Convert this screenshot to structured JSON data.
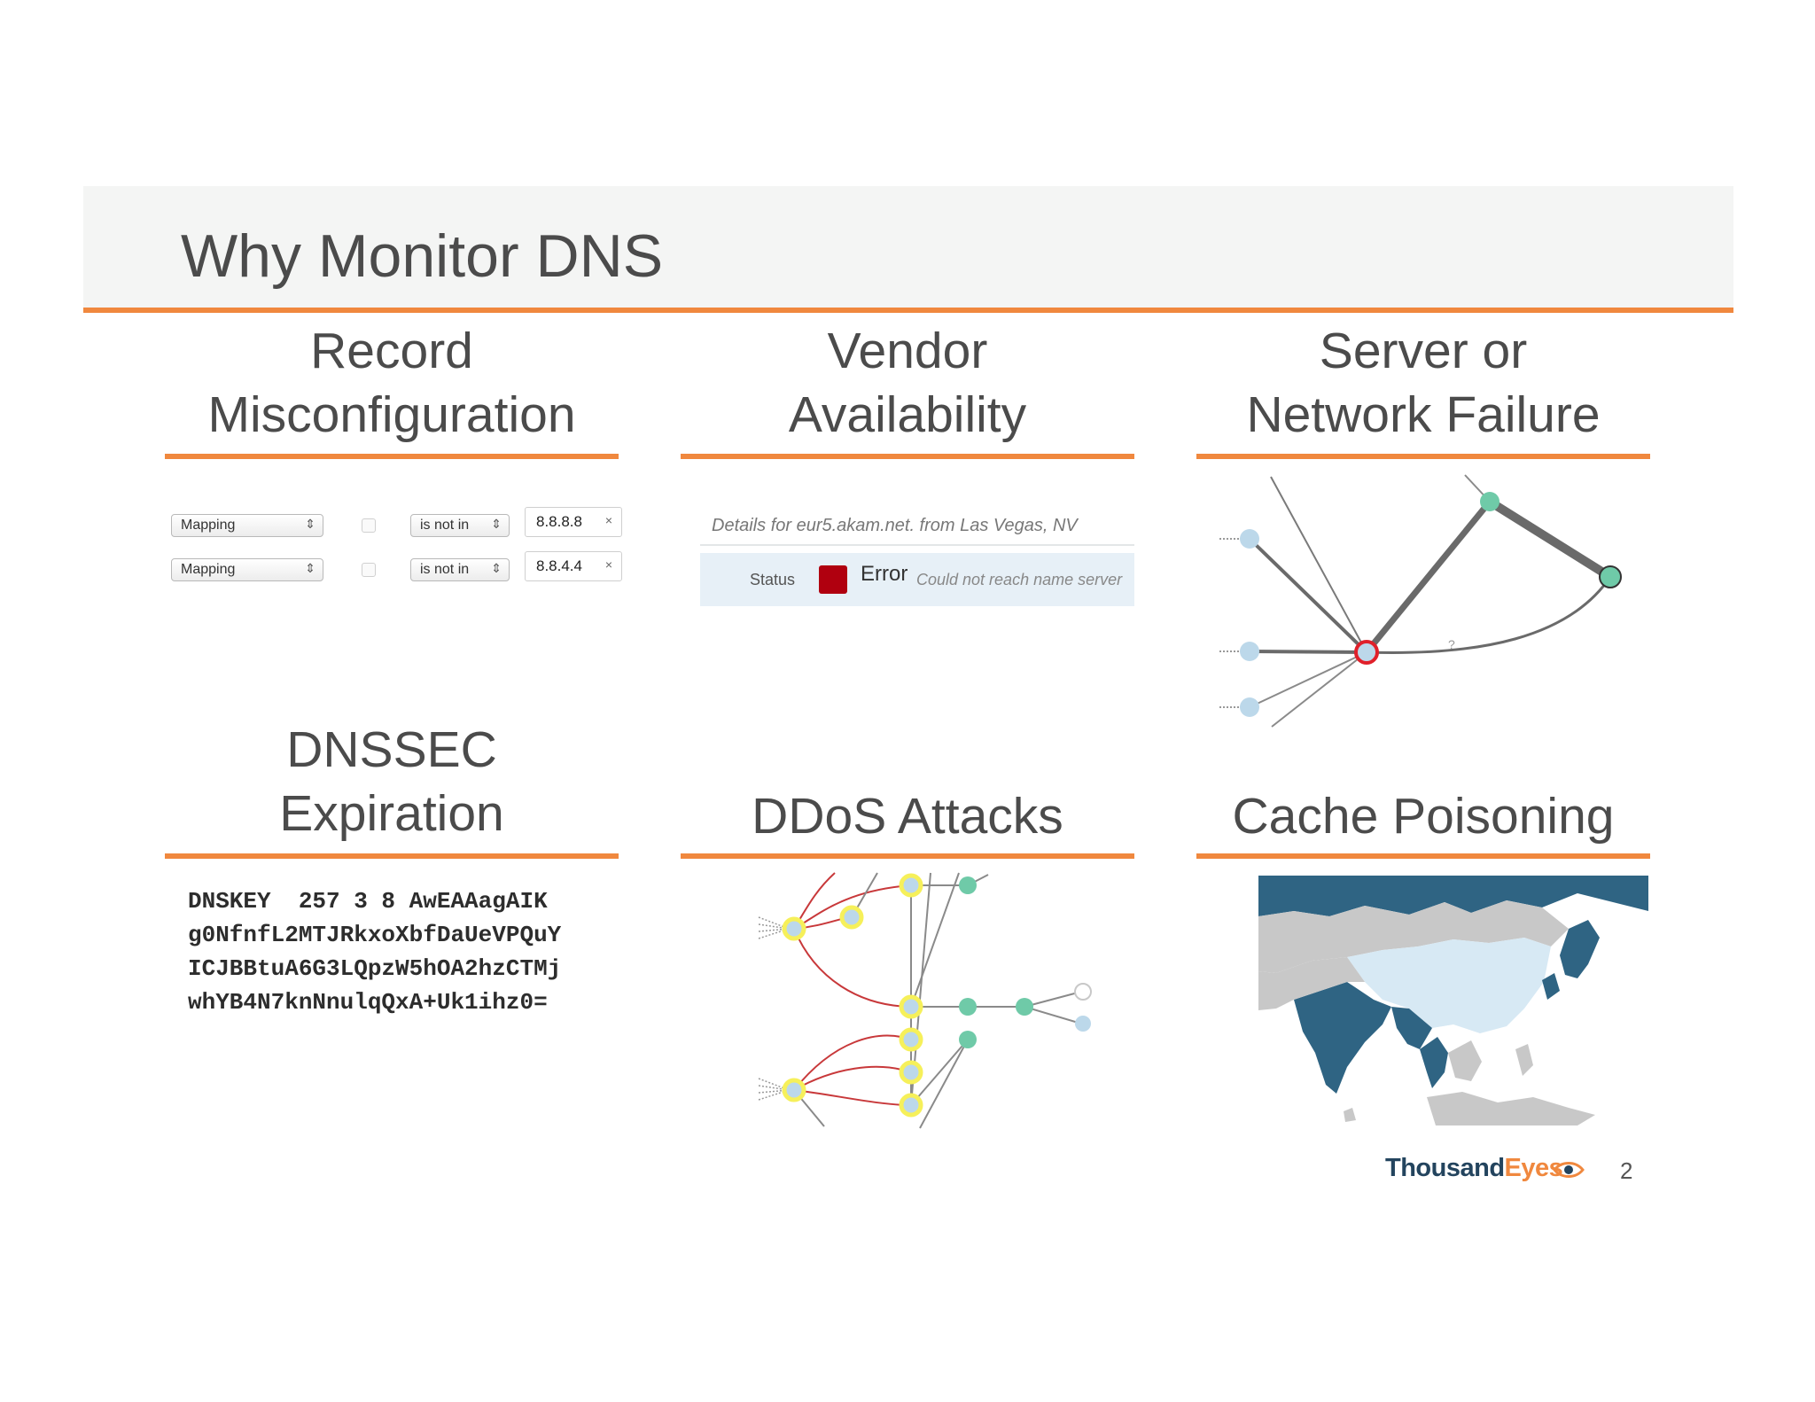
{
  "title": "Why Monitor DNS",
  "sections": {
    "record": {
      "line1": "Record",
      "line2": "Misconfiguration"
    },
    "vendor": {
      "line1": "Vendor",
      "line2": "Availability"
    },
    "server": {
      "line1": "Server or",
      "line2": "Network Failure"
    },
    "dnssec": {
      "line1": "DNSSEC",
      "line2": "Expiration"
    },
    "ddos": {
      "line1": "DDoS Attacks"
    },
    "cache": {
      "line1": "Cache Poisoning"
    }
  },
  "record_ui": {
    "rows": [
      {
        "select": "Mapping",
        "operator": "is not in",
        "value": "8.8.8.8"
      },
      {
        "select": "Mapping",
        "operator": "is not in",
        "value": "8.8.4.4"
      }
    ],
    "remove_glyph": "×",
    "arrow_glyph": "⇕"
  },
  "vendor_ui": {
    "caption": "Details for eur5.akam.net. from Las Vegas, NV",
    "status_label": "Status",
    "error_label": "Error",
    "error_message": "Could not reach name server",
    "error_color": "#b0000f"
  },
  "server_graph": {
    "unknown_label": "?"
  },
  "dnskey": {
    "lines": [
      "DNSKEY  257 3 8 AwEAAagAIK",
      "g0NfnfL2MTJRkxoXbfDaUeVPQuY",
      "ICJBBtuA6G3LQpzW5hOA2hzCTMj",
      "whYB4N7knNnulqQxA+Uk1ihz0="
    ]
  },
  "footer": {
    "logo_part1": "Thousand",
    "logo_part2": "Eyes",
    "page_number": "2"
  },
  "colors": {
    "accent_orange": "#f0883e",
    "map_highlight": "#2f6483",
    "map_light": "#d7e9f4",
    "map_gray": "#c8c8c8",
    "node_green": "#6fcaa8",
    "node_blue": "#bcd8ea",
    "node_red": "#e0202a",
    "ddos_ring": "#f6f05a",
    "ddos_link": "#c8383a"
  }
}
